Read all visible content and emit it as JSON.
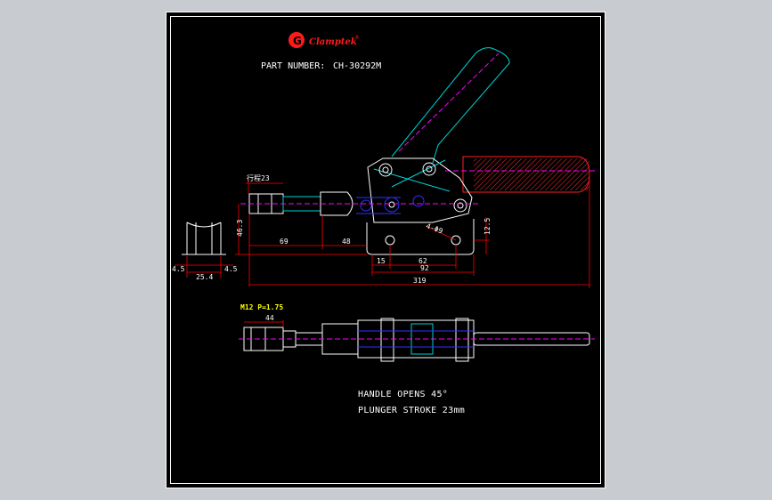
{
  "logo": {
    "mark": "G",
    "name": "Clamptek",
    "trademark": "®"
  },
  "part": {
    "label": "PART NUMBER:",
    "number": "CH-30292M"
  },
  "notes": {
    "handle": "HANDLE OPENS 45°",
    "stroke": "PLUNGER STROKE   23mm"
  },
  "dimensions": {
    "stroke": "行程23",
    "height": "46.3",
    "d69": "69",
    "d48": "48",
    "d15": "15",
    "d62": "62",
    "d92": "92",
    "d319": "319",
    "holes": "4-Φ9",
    "d12_5": "12.5",
    "d4_5_left": "4.5",
    "d25_4": "25.4",
    "d4_5_right": "4.5",
    "thread": "M12 P=1.75",
    "d44": "44"
  },
  "colors": {
    "background": "#000000",
    "frame": "#ffffff",
    "outline": "#ffffff",
    "dimension": "#ff0000",
    "dim_text": "#ffffff",
    "cyan": "#00d0d0",
    "blue": "#3030ff",
    "magenta": "#ff00ff",
    "green": "#00ff00",
    "yellow": "#ffff00",
    "logo": "#ff1a1a"
  }
}
